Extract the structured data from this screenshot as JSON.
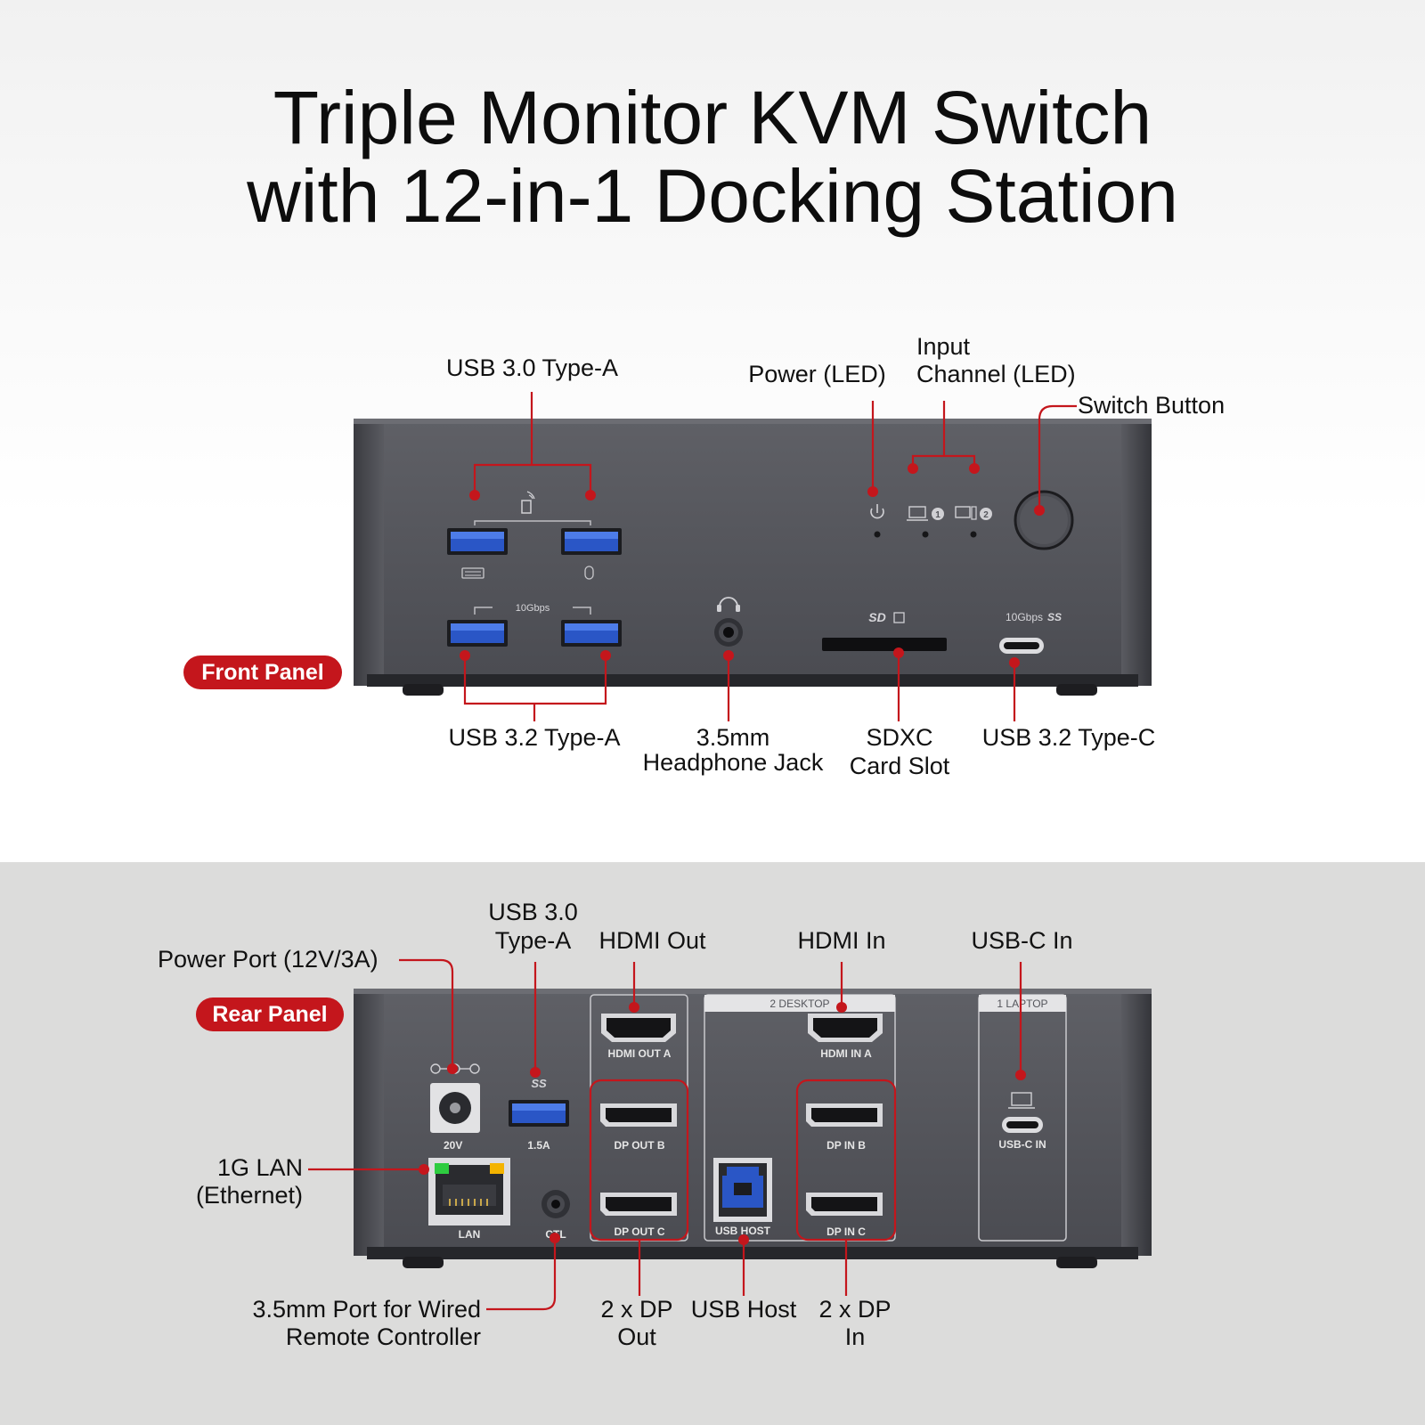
{
  "title": {
    "line1": "Triple Monitor KVM Switch",
    "line2": "with 12-in-1 Docking Station"
  },
  "front": {
    "badge": "Front Panel",
    "labels": {
      "usb30_a": "USB 3.0 Type-A",
      "power_led": "Power (LED)",
      "input_channel_1": "Input",
      "input_channel_2": "Channel (LED)",
      "switch_button": "Switch Button",
      "usb32_a": "USB 3.2 Type-A",
      "headphone_1": "3.5mm",
      "headphone_2": "Headphone Jack",
      "sdxc_1": "SDXC",
      "sdxc_2": "Card Slot",
      "usb32_c": "USB 3.2 Type-C"
    },
    "markings": {
      "speed_a": "10Gbps",
      "speed_c": "10Gbps",
      "sd_logo": "SD",
      "ss_logo": "SS"
    }
  },
  "rear": {
    "badge": "Rear Panel",
    "labels": {
      "power_port": "Power Port (12V/3A)",
      "usb30_a_1": "USB 3.0",
      "usb30_a_2": "Type-A",
      "hdmi_out": "HDMI Out",
      "hdmi_in": "HDMI In",
      "usbc_in": "USB-C In",
      "lan_1": "1G LAN",
      "lan_2": "(Ethernet)",
      "ctl_1": "3.5mm Port for Wired",
      "ctl_2": "Remote Controller",
      "dp_out_1": "2 x DP",
      "dp_out_2": "Out",
      "usb_host": "USB Host",
      "dp_in_1": "2 x DP",
      "dp_in_2": "In"
    },
    "markings": {
      "desktop": "2 DESKTOP",
      "laptop": "1 LAPTOP",
      "hdmi_out_a": "HDMI OUT A",
      "hdmi_in_a": "HDMI IN A",
      "dp_out_b": "DP OUT B",
      "dp_out_c": "DP OUT C",
      "dp_in_b": "DP IN B",
      "dp_in_c": "DP IN C",
      "usb_host": "USB HOST",
      "usbc_in": "USB-C IN",
      "lan": "LAN",
      "ctl": "CTL",
      "v20": "20V",
      "a15": "1.5A",
      "ss_logo": "SS"
    }
  },
  "colors": {
    "accent": "#c4161c",
    "device": "#54555b",
    "usb_blue": "#2a56c6"
  }
}
